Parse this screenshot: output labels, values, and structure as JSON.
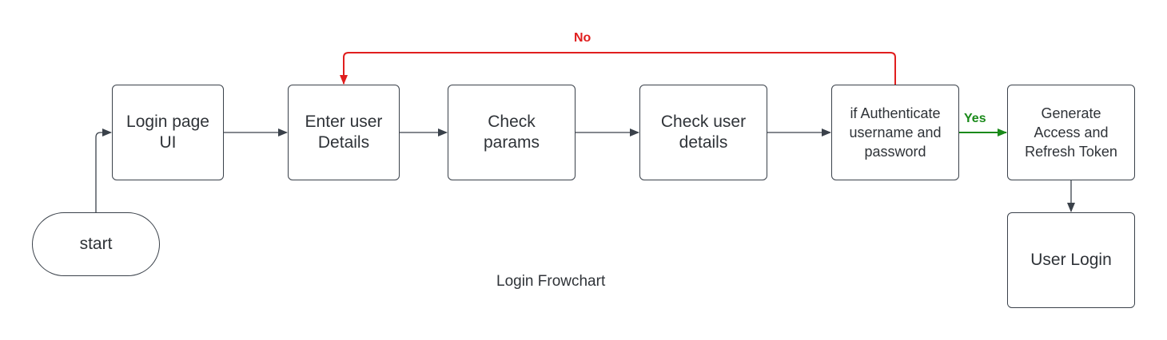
{
  "nodes": {
    "start": "start",
    "login_page_ui": "Login page\nUI",
    "enter_user_details": "Enter user\nDetails",
    "check_params": "Check\nparams",
    "check_user_details": "Check user\ndetails",
    "if_authenticate": "if Authenticate\nusername and\npassword",
    "generate_tokens": "Generate\nAccess and\nRefresh Token",
    "user_login": "User Login"
  },
  "edge_labels": {
    "no": "No",
    "yes": "Yes"
  },
  "caption": "Login Frowchart",
  "colors": {
    "stroke": "#3a414a",
    "no_edge": "#e01e1e",
    "yes_edge": "#1a8a1a",
    "text": "#2f3338"
  }
}
